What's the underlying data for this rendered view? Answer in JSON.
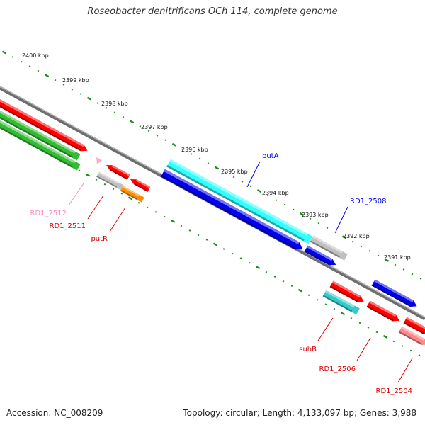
{
  "title": "Roseobacter denitrificans OCh 114, complete genome",
  "footer": {
    "accession": "Accession: NC_008209",
    "summary": "Topology: circular; Length: 4,133,097 bp; Genes: 3,988"
  },
  "scale": {
    "unit": "kbp",
    "ticks": [
      {
        "value": 2400,
        "label": "2400 kbp"
      },
      {
        "value": 2399,
        "label": "2399 kbp"
      },
      {
        "value": 2398,
        "label": "2398 kbp"
      },
      {
        "value": 2397,
        "label": "2397 kbp"
      },
      {
        "value": 2396,
        "label": "2396 kbp"
      },
      {
        "value": 2395,
        "label": "2395 kbp"
      },
      {
        "value": 2394,
        "label": "2394 kbp"
      },
      {
        "value": 2393,
        "label": "2393 kbp"
      },
      {
        "value": 2392,
        "label": "2392 kbp"
      },
      {
        "value": 2391,
        "label": "2391 kbp"
      }
    ]
  },
  "colors": {
    "backbone": "#8c8c8c",
    "ticks": "#228b22",
    "red": "#ff0000",
    "green": "#33bb33",
    "gray": "#c0c0c0",
    "orange": "#ff8c00",
    "pink": "#ffaacc",
    "cyan": "#33ffff",
    "blue": "#0000ee",
    "teal": "#33cccc",
    "salmon": "#ff8888"
  },
  "gene_labels": [
    {
      "text": "putA",
      "color": "#0000ee"
    },
    {
      "text": "RD1_2508",
      "color": "#0000ee"
    },
    {
      "text": "RD1_2512",
      "color": "#ff88bb"
    },
    {
      "text": "RD1_2511",
      "color": "#dd0000"
    },
    {
      "text": "putR",
      "color": "#dd0000"
    },
    {
      "text": "suhB",
      "color": "#dd0000"
    },
    {
      "text": "RD1_2506",
      "color": "#dd0000"
    },
    {
      "text": "RD1_2504",
      "color": "#dd0000"
    }
  ]
}
